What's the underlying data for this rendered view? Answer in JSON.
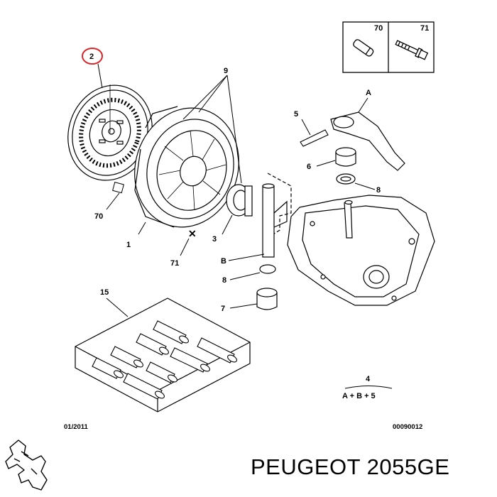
{
  "labels": {
    "n1": "1",
    "n2": "2",
    "n3": "3",
    "n4": "4",
    "n5": "5",
    "n6": "6",
    "n7": "7",
    "n8a": "8",
    "n8b": "8",
    "n9": "9",
    "n15": "15",
    "n70": "70",
    "n70box": "70",
    "n71": "71",
    "n71box": "71",
    "a": "A",
    "b": "B",
    "formula": "A + B + 5"
  },
  "footer": {
    "date": "01/2011",
    "ref": "00090012"
  },
  "caption": "PEUGEOT 2055GE",
  "logo": {
    "icon": "peugeot-lion-logo"
  },
  "highlight_color": "#d9262c"
}
